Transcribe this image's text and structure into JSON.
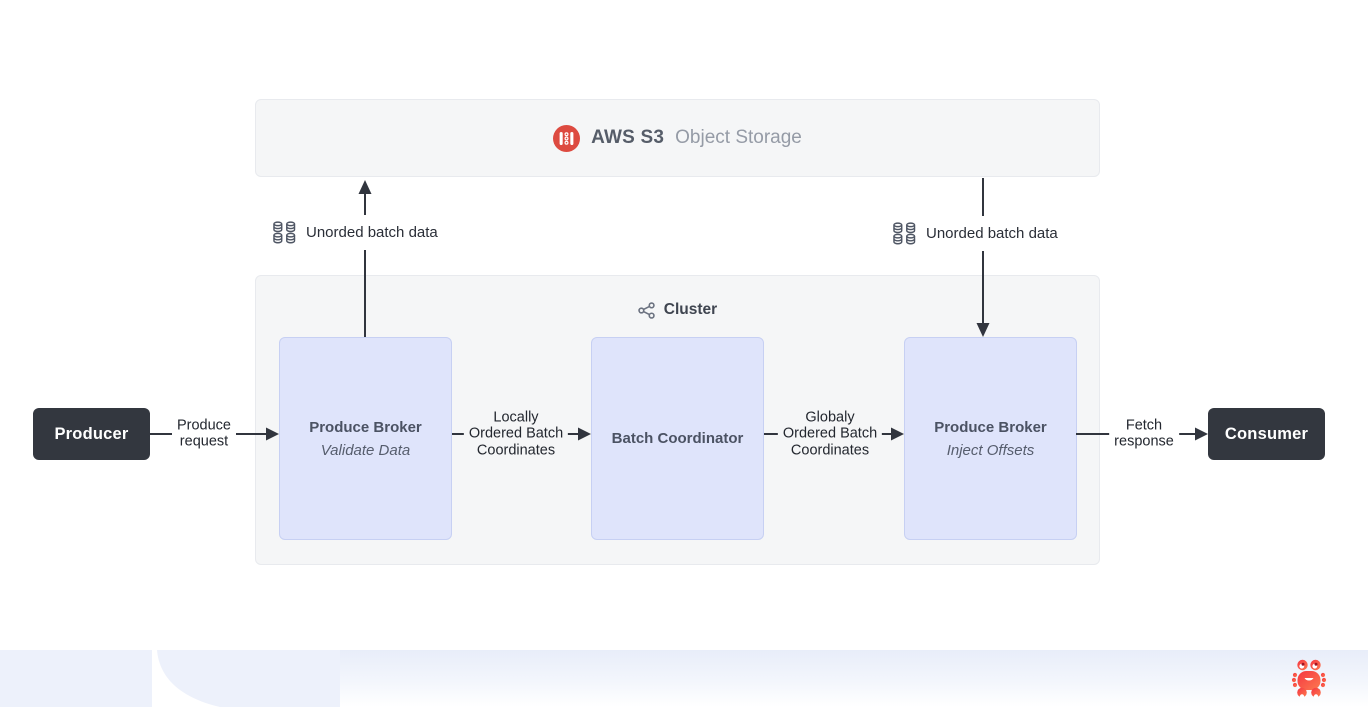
{
  "colors": {
    "panel_bg": "#f5f6f7",
    "panel_border": "#e8eaee",
    "node_bg": "#dfe4fb",
    "node_border": "#c7d0f3",
    "dark_node_bg": "#33373f",
    "arrow": "#31353e",
    "accent_red": "#dd4a40",
    "strip_blue": "#edf1fb"
  },
  "s3_panel": {
    "icon": "s3-storage-icon",
    "title_bold": "AWS S3",
    "title_light": "Object Storage"
  },
  "cluster_panel": {
    "icon": "cluster-graph-icon",
    "title": "Cluster"
  },
  "nodes": {
    "producer": {
      "label": "Producer"
    },
    "consumer": {
      "label": "Consumer"
    },
    "broker_validate": {
      "title": "Produce Broker",
      "subtitle": "Validate Data"
    },
    "batch_coordinator": {
      "title": "Batch Coordinator"
    },
    "broker_inject": {
      "title": "Produce Broker",
      "subtitle": "Inject Offsets"
    }
  },
  "edge_labels": {
    "produce_request": {
      "lines": [
        "Produce",
        "request"
      ]
    },
    "locally_ordered": {
      "lines": [
        "Locally",
        "Ordered Batch",
        "Coordinates"
      ]
    },
    "globally_ordered": {
      "lines": [
        "Globaly",
        "Ordered Batch",
        "Coordinates"
      ]
    },
    "fetch_response": {
      "lines": [
        "Fetch",
        "response"
      ]
    },
    "unordered_left": {
      "icon": "database-grid-icon",
      "text": "Unorded batch data"
    },
    "unordered_right": {
      "icon": "database-grid-icon",
      "text": "Unorded batch data"
    }
  },
  "footer": {
    "logo": "crab-logo"
  }
}
